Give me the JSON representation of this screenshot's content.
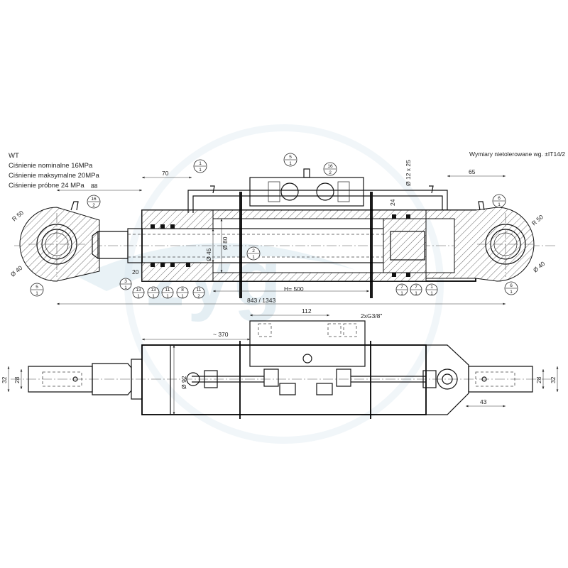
{
  "notes": {
    "code": "WT",
    "nominal_pressure": "Ciśnienie nominalne 16MPa",
    "max_pressure": "Ciśnienie maksymalne 20MPa",
    "test_pressure": "Ciśnienie próbne 24 MPa"
  },
  "tolerance_note": "Wymiary nietolerowane wg. ±IT14/2",
  "watermark": "zyg",
  "dimensions": {
    "d70": "70",
    "d88": "88",
    "d65": "65",
    "r50_left": "R 50",
    "r50_right": "R 50",
    "d40_left": "Ø 40",
    "d40_right": "Ø 40",
    "d45": "Ø 45",
    "d80": "Ø 80",
    "d20": "20",
    "d24": "24",
    "d12x25": "Ø 12 x 25",
    "stroke": "H= 500",
    "length": "843 / 1343",
    "d112": "112",
    "ports": "2xG3/8\"",
    "d370": "~ 370",
    "d92": "Ø 92",
    "d32_left": "32",
    "d28_left": "28",
    "d32_right": "32",
    "d28_right": "28",
    "d43": "43"
  },
  "bubbles": [
    {
      "top": "1",
      "bottom": "1"
    },
    {
      "top": "5",
      "bottom": "1"
    },
    {
      "top": "16",
      "bottom": "2"
    },
    {
      "top": "16",
      "bottom": "2"
    },
    {
      "top": "5",
      "bottom": "1"
    },
    {
      "top": "2",
      "bottom": "1"
    },
    {
      "top": "3",
      "bottom": "1"
    },
    {
      "top": "13",
      "bottom": "1"
    },
    {
      "top": "13",
      "bottom": "1"
    },
    {
      "top": "11",
      "bottom": "1"
    },
    {
      "top": "8",
      "bottom": "1"
    },
    {
      "top": "11",
      "bottom": "2"
    },
    {
      "top": "7",
      "bottom": "1"
    },
    {
      "top": "7",
      "bottom": "1"
    },
    {
      "top": "1",
      "bottom": "1"
    },
    {
      "top": "6",
      "bottom": "1"
    },
    {
      "top": "6",
      "bottom": "1"
    }
  ]
}
